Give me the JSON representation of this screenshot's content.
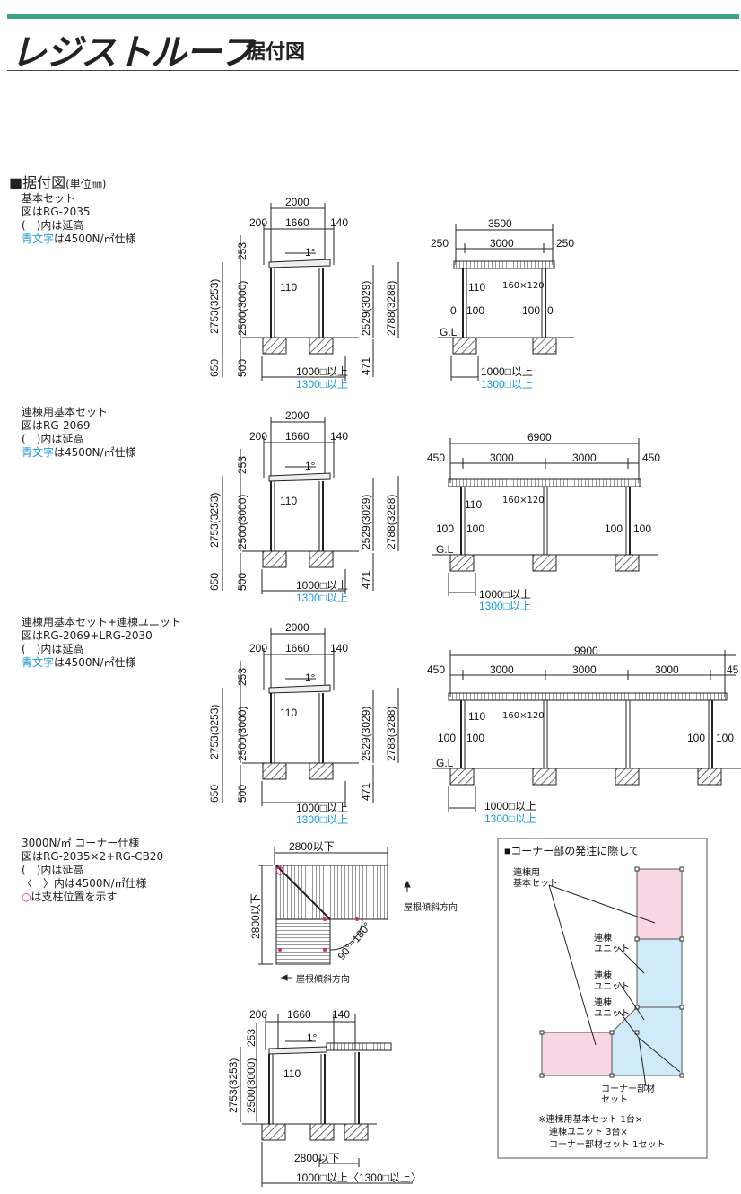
{
  "colors": {
    "accent_bar": "#3aa58a",
    "blue_text": "#1a9ad6",
    "pink_area": "#f9d6e4",
    "blue_area": "#cfeaf8",
    "marker": "#d0306a"
  },
  "header": {
    "title": "レジストルーフ",
    "subtitle": "据付図"
  },
  "section": {
    "label": "■据付図",
    "unit": "(単位㎜)"
  },
  "sets": [
    {
      "lines": [
        "基本セット",
        "図はRG-2035",
        "(　)内は延高"
      ],
      "blue_line": "青文字",
      "blue_suffix": "は4500N/㎡仕様"
    },
    {
      "lines": [
        "連棟用基本セット",
        "図はRG-2069",
        "(　)内は延高"
      ],
      "blue_line": "青文字",
      "blue_suffix": "は4500N/㎡仕様"
    },
    {
      "lines": [
        "連棟用基本セット+連棟ユニット",
        "図はRG-2069+LRG-2030",
        "(　)内は延高"
      ],
      "blue_line": "青文字",
      "blue_suffix": "は4500N/㎡仕様"
    }
  ],
  "corner_set": {
    "lines": [
      "3000N/㎡ コーナー仕様",
      "図はRG-2035×2+RG-CB20",
      "(　)内は延高",
      "〈　〉内は4500N/㎡仕様"
    ],
    "marker_symbol": "○",
    "marker_text": "は支柱位置を示す"
  },
  "side": {
    "w": "2000",
    "a": "200",
    "b": "1660",
    "c": "140",
    "top": "253",
    "angle": "1°",
    "h1": "2753(3253)",
    "h2": "2500(3000)",
    "h3": "2529(3029)",
    "h4": "2788(3288)",
    "post": "110",
    "f1": "650",
    "f2": "500",
    "f3": "471",
    "found": "1000□以上",
    "found_blue": "1300□以上"
  },
  "front1": {
    "w": "3500",
    "a": "250",
    "b": "3000",
    "c": "250",
    "beam": "160×120",
    "post": "110",
    "l1": "0",
    "l2": "100",
    "r1": "100",
    "r2": "0",
    "gl": "G.L",
    "found": "1000□以上",
    "found_blue": "1300□以上"
  },
  "front2": {
    "w": "6900",
    "a": "450",
    "b": "3000",
    "c": "3000",
    "d": "450",
    "beam": "160×120",
    "post": "110",
    "l1": "100",
    "l2": "100",
    "r1": "100",
    "r2": "100",
    "gl": "G.L",
    "found": "1000□以上",
    "found_blue": "1300□以上"
  },
  "front3": {
    "w": "9900",
    "a": "450",
    "b": "3000",
    "c": "3000",
    "d": "3000",
    "e": "45",
    "beam": "160×120",
    "post": "110",
    "l1": "100",
    "l2": "100",
    "r1": "100",
    "r2": "100",
    "gl": "G.L",
    "found": "1000□以上",
    "found_blue": "1300□以上"
  },
  "plan": {
    "w": "2800以下",
    "h": "2800以下",
    "angle": "90°~180°",
    "slope1": "屋根傾斜方向",
    "slope2": "屋根傾斜方向"
  },
  "corner_side": {
    "a": "200",
    "b": "1660",
    "c": "140",
    "top": "253",
    "angle": "1°",
    "h1": "2753(3253)",
    "h2": "2500(3000)",
    "post": "110",
    "under": "2800以下",
    "found": "1000□以上〈1300□以上〉"
  },
  "order": {
    "title": "■コーナー部の発注に際して",
    "l1": "連棟用",
    "l1b": "基本セット",
    "l2": "連棟",
    "l2b": "ユニット",
    "l3": "連棟",
    "l3b": "ユニット",
    "l4": "連棟",
    "l4b": "ユニット",
    "l5": "コーナー部材",
    "l5b": "セット",
    "n1": "※連棟用基本セット 1台×",
    "n2": "連棟ユニット 3台×",
    "n3": "コーナー部材セット 1セット"
  }
}
